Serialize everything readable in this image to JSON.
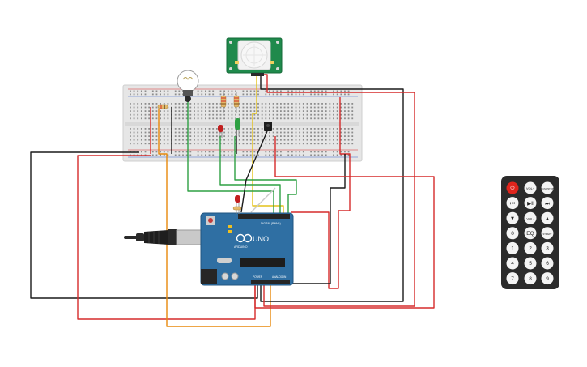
{
  "arduino": {
    "brand": "ARDUINO",
    "model": "UNO",
    "digital_label": "DIGITAL (PWM~)",
    "power_label": "POWER",
    "analog_label": "ANALOG IN"
  },
  "remote": {
    "buttons": [
      {
        "label": "⏻",
        "kind": "power"
      },
      {
        "label": "VOL+",
        "kind": "normal"
      },
      {
        "label": "FUNC/STOP",
        "kind": "normal"
      },
      {
        "label": "⏮",
        "kind": "normal"
      },
      {
        "label": "▶‖",
        "kind": "normal"
      },
      {
        "label": "⏭",
        "kind": "normal"
      },
      {
        "label": "▼",
        "kind": "normal"
      },
      {
        "label": "VOL-",
        "kind": "normal"
      },
      {
        "label": "▲",
        "kind": "normal"
      },
      {
        "label": "0",
        "kind": "normal"
      },
      {
        "label": "EQ",
        "kind": "normal"
      },
      {
        "label": "ST/REPT",
        "kind": "normal"
      },
      {
        "label": "1",
        "kind": "normal"
      },
      {
        "label": "2",
        "kind": "normal"
      },
      {
        "label": "3",
        "kind": "normal"
      },
      {
        "label": "4",
        "kind": "normal"
      },
      {
        "label": "5",
        "kind": "normal"
      },
      {
        "label": "6",
        "kind": "normal"
      },
      {
        "label": "7",
        "kind": "normal"
      },
      {
        "label": "8",
        "kind": "normal"
      },
      {
        "label": "9",
        "kind": "normal"
      }
    ]
  },
  "colors": {
    "wire_black": "#1a1a1a",
    "wire_red": "#d52b2b",
    "wire_green": "#2ea043",
    "wire_orange": "#e8890c",
    "wire_yellow": "#e3c21a",
    "board_blue": "#2f6fa3",
    "pir_green": "#1f8a4c",
    "remote_body": "#2b2b2b",
    "power_btn": "#e0241c"
  }
}
